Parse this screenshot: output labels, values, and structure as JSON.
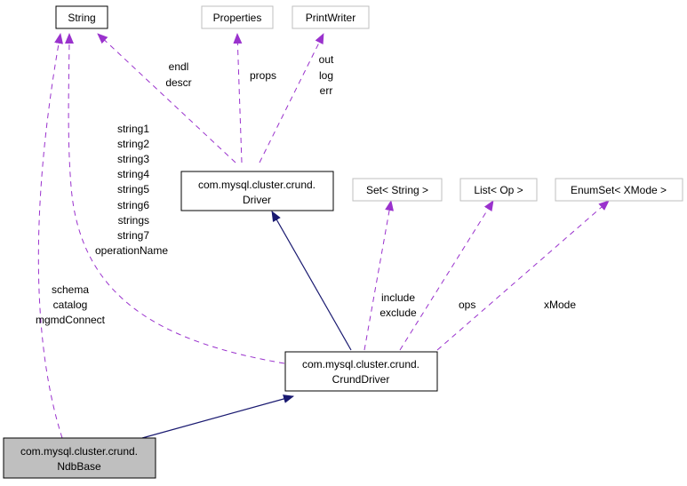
{
  "nodes": {
    "string": {
      "label": "String"
    },
    "properties": {
      "label": "Properties"
    },
    "printwriter": {
      "label": "PrintWriter"
    },
    "driver": {
      "line1": "com.mysql.cluster.crund.",
      "line2": "Driver"
    },
    "set_string": {
      "label": "Set< String >"
    },
    "list_op": {
      "label": "List< Op >"
    },
    "enumset": {
      "label": "EnumSet< XMode >"
    },
    "crunddriver": {
      "line1": "com.mysql.cluster.crund.",
      "line2": "CrundDriver"
    },
    "ndbbase": {
      "line1": "com.mysql.cluster.crund.",
      "line2": "NdbBase"
    }
  },
  "edges": {
    "string_driver": [
      "endl",
      "descr"
    ],
    "properties_driver": [
      "props"
    ],
    "printwriter_driver": [
      "out",
      "log",
      "err"
    ],
    "string_crunddriver": [
      "string1",
      "string2",
      "string3",
      "string4",
      "string5",
      "string6",
      "strings",
      "string7",
      "operationName"
    ],
    "set_crunddriver": [
      "include",
      "exclude"
    ],
    "list_crunddriver": [
      "ops"
    ],
    "enumset_crunddriver": [
      "xMode"
    ],
    "string_ndbbase": [
      "schema",
      "catalog",
      "mgmdConnect"
    ]
  },
  "colors": {
    "usage_edge": "#9a32cd",
    "inheritance_edge": "#191970",
    "highlight_fill": "#bfbfbf",
    "gray_border": "#bfbfbf"
  }
}
